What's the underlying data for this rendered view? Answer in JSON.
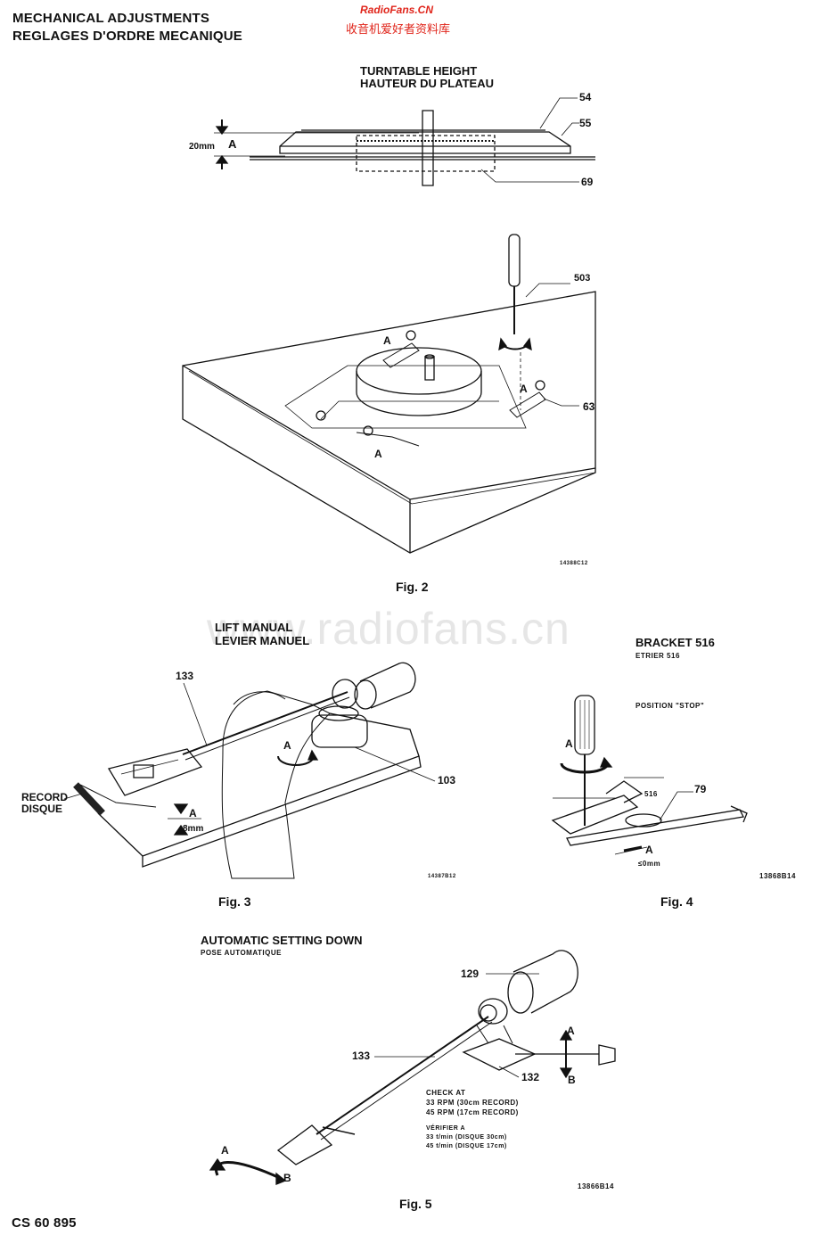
{
  "header": {
    "title_en": "MECHANICAL ADJUSTMENTS",
    "title_fr": "REGLAGES D'ORDRE MECANIQUE",
    "site_name": "RadioFans.CN",
    "site_sub": "收音机爱好者资料库"
  },
  "watermark": "www.radiofans.cn",
  "fig2": {
    "title_en": "TURNTABLE HEIGHT",
    "title_fr": "HAUTEUR DU PLATEAU",
    "dim": "20mm",
    "dim_letter": "A",
    "parts": [
      "54",
      "55",
      "69",
      "503",
      "63"
    ],
    "letter_a": "A",
    "code": "14388C12",
    "caption": "Fig. 2"
  },
  "fig3": {
    "title_en": "LIFT MANUAL",
    "title_fr": "LEVIER MANUEL",
    "parts": [
      "133",
      "103"
    ],
    "record_en": "RECORD",
    "record_fr": "DISQUE",
    "letter_a": "A",
    "dim": "8mm",
    "code": "14387B12",
    "caption": "Fig. 3"
  },
  "fig4": {
    "title_en": "BRACKET 516",
    "title_fr": "ETRIER 516",
    "position": "POSITION \"STOP\"",
    "parts": [
      "516",
      "79"
    ],
    "letter_a": "A",
    "dim": "≤0mm",
    "code": "13868B14",
    "caption": "Fig. 4"
  },
  "fig5": {
    "title_en": "AUTOMATIC SETTING DOWN",
    "title_fr": "POSE AUTOMATIQUE",
    "parts": [
      "129",
      "133",
      "132"
    ],
    "check_lines": [
      "CHECK AT",
      "33 RPM (30cm RECORD)",
      "45 RPM (17cm RECORD)"
    ],
    "verif_lines": [
      "VÉRIFIER A",
      "33 t/min (DISQUE 30cm)",
      "45 t/min (DISQUE 17cm)"
    ],
    "letter_a": "A",
    "letter_b": "B",
    "code": "13866B14",
    "caption": "Fig. 5"
  },
  "footer": {
    "doc_code": "CS 60 895"
  }
}
